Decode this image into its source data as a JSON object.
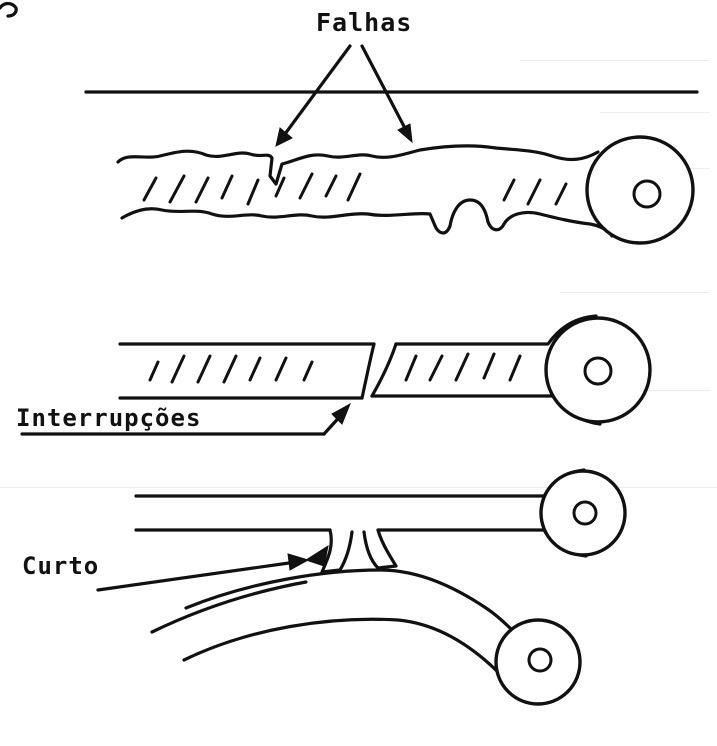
{
  "labels": {
    "falhas": "Falhas",
    "interrupcoes": "Interrupções",
    "curto": "Curto"
  },
  "colors": {
    "ink": "#111111",
    "paper": "#ffffff",
    "bleed_through": "#ececec"
  }
}
